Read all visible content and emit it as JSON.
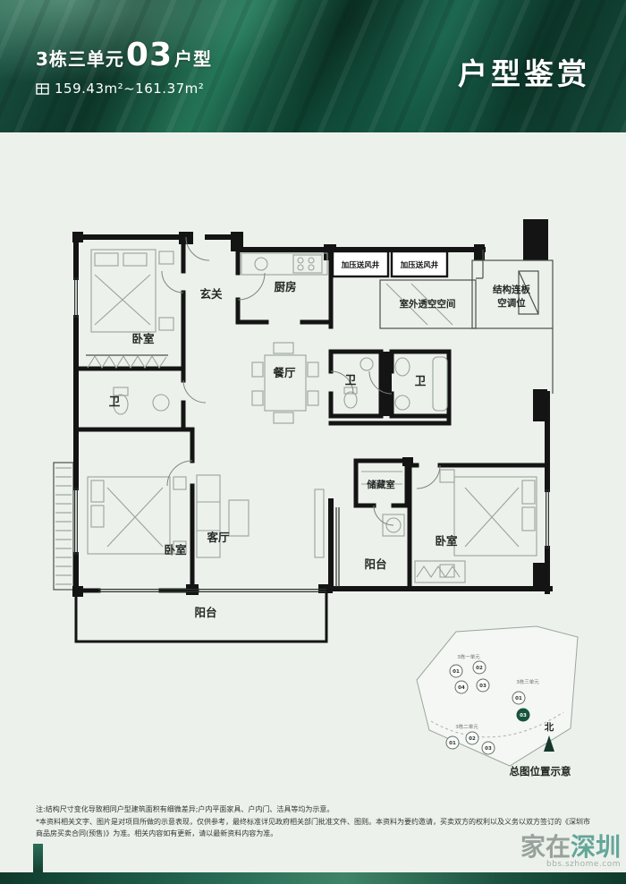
{
  "header": {
    "building": "3栋三单元",
    "unit_no": "03",
    "suffix": "户型",
    "area": "159.43m²~161.37m²",
    "title": "户型鉴赏"
  },
  "floorplan": {
    "labels": {
      "bedroom": "卧室",
      "hall": "玄关",
      "kitchen": "厨房",
      "shaft": "加压送风井",
      "outdoor_void": "室外透空空间",
      "ac_line1": "结构连板",
      "ac_line2": "空调位",
      "dining": "餐厅",
      "bath": "卫",
      "storage": "储藏室",
      "living": "客厅",
      "balcony": "阳台"
    }
  },
  "sitemap": {
    "caption": "总图位置示意",
    "north": "北",
    "clusters": [
      {
        "label": "3栋一单元",
        "units": [
          "01",
          "02",
          "04",
          "03"
        ]
      },
      {
        "label": "3栋三单元",
        "units": [
          "01",
          "03"
        ]
      },
      {
        "label": "3栋二单元",
        "units": [
          "01",
          "02",
          "03"
        ]
      }
    ]
  },
  "footnotes": [
    "注:结构尺寸变化导致相同户型建筑面积有细微差异;户内平面家具、户内门、洁具等均为示意。",
    "*本资料相关文字、图片是对项目所做的示意表现，仅供参考，最终标准详见政府相关部门批准文件、图则。本资料为要约邀请，买卖双方的权利以及义务以双方签订的《深圳市商品房买卖合同(预售)》为准。相关内容如有更新，请以最新资料内容为准。"
  ],
  "watermark": {
    "part1": "家在",
    "part2": "深圳",
    "site": "bbs.szhome.com"
  },
  "colors": {
    "banner_green": "#0d3528",
    "accent_green": "#1e5c48",
    "wall": "#141414",
    "paper": "#edf1ec"
  }
}
